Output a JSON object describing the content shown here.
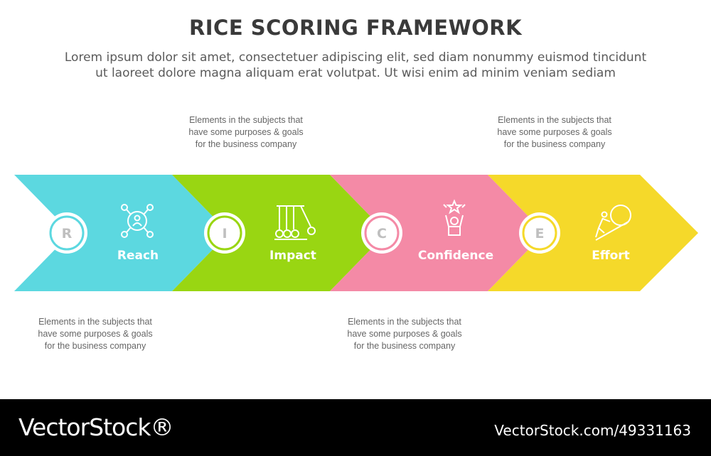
{
  "title": "RICE SCORING FRAMEWORK",
  "subtitle_lines": [
    "Lorem ipsum dolor sit amet, consectetuer adipiscing elit, sed diam nonummy euismod tincidunt",
    "ut laoreet dolore magna aliquam erat volutpat. Ut wisi enim ad minim veniam sediam"
  ],
  "steps": [
    {
      "letter": "R",
      "label": "Reach",
      "icon": "network-user-icon",
      "color": "#5cd8e0",
      "note": "Elements in the subjects that\nhave  some purposes & goals\nfor the  business company"
    },
    {
      "letter": "I",
      "label": "Impact",
      "icon": "newtons-cradle-icon",
      "color": "#99d612",
      "note": "Elements in the subjects that\nhave  some purposes & goals\nfor the  business company"
    },
    {
      "letter": "C",
      "label": "Confidence",
      "icon": "person-star-icon",
      "color": "#f48aa6",
      "note": "Elements in the subjects that\nhave  some purposes & goals\nfor the  business company"
    },
    {
      "letter": "E",
      "label": "Effort",
      "icon": "pushing-boulder-icon",
      "color": "#f5d92a",
      "note": "Elements in the subjects that\nhave  some purposes & goals\nfor the  business company"
    }
  ],
  "footer": {
    "logo": "VectorStock®",
    "image_id": "VectorStock.com/49331163"
  }
}
